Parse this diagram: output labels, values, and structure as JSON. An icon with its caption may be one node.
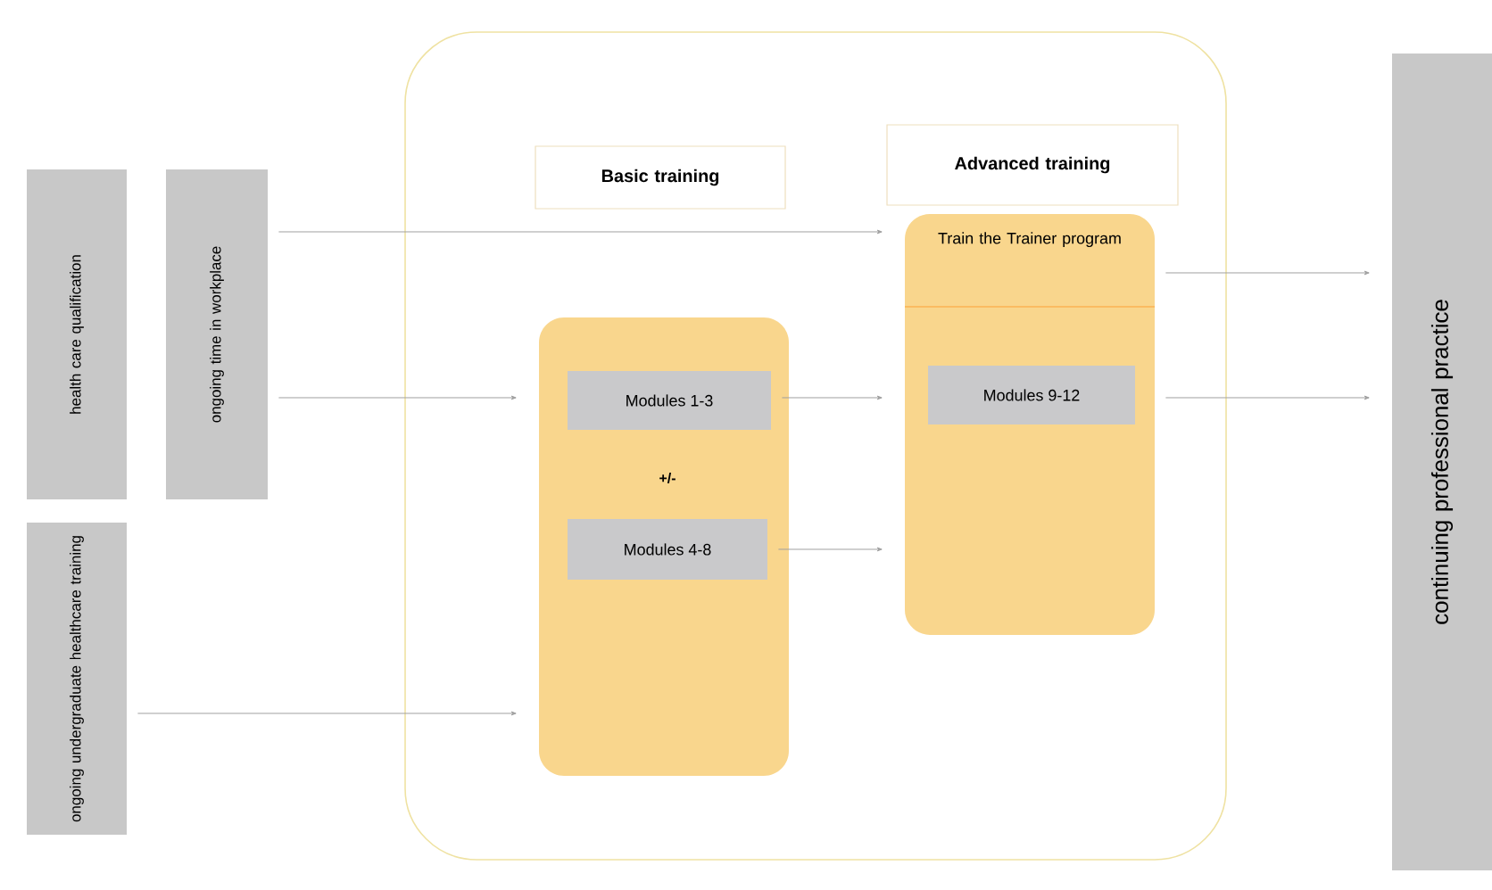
{
  "diagram": {
    "nodes": [
      {
        "text": [],
        "shape": "box"
      },
      {
        "text": [
          "Basic training"
        ],
        "in": 0
      },
      {
        "text": [
          "Advanced training"
        ],
        "in": 0
      },
      {
        "text": [],
        "shape": "box",
        "in": 0
      },
      {
        "text": [
          "Modules 1-3"
        ],
        "in": 3
      },
      {
        "text": [
          "Modules 4-8"
        ],
        "in": 3
      },
      {
        "text": [
          "Train the Trainer program"
        ],
        "in": 0
      },
      {
        "text": [
          "Modules 9-12"
        ],
        "in": 6
      },
      {
        "text": [
          "health care qualification"
        ]
      },
      {
        "text": [
          "ongoing time in workplace"
        ]
      },
      {
        "text": [
          "ongoing undergraduate healthcare training"
        ]
      },
      {
        "text": [
          "continuing professional practice"
        ]
      }
    ],
    "edges": [
      {
        "from": 9,
        "to": 6,
        "arrow": "to"
      },
      {
        "from": 9,
        "to": 3,
        "arrow": "to"
      },
      {
        "from": 10,
        "to": 3,
        "arrow": "to"
      },
      {
        "from": 4,
        "to": 6,
        "arrow": "to"
      },
      {
        "from": 5,
        "to": 6,
        "arrow": "to"
      },
      {
        "from": 6,
        "to": 11,
        "arrow": "to"
      },
      {
        "from": 6,
        "to": 11,
        "arrow": "to"
      }
    ],
    "labels": [
      "+/-"
    ]
  }
}
